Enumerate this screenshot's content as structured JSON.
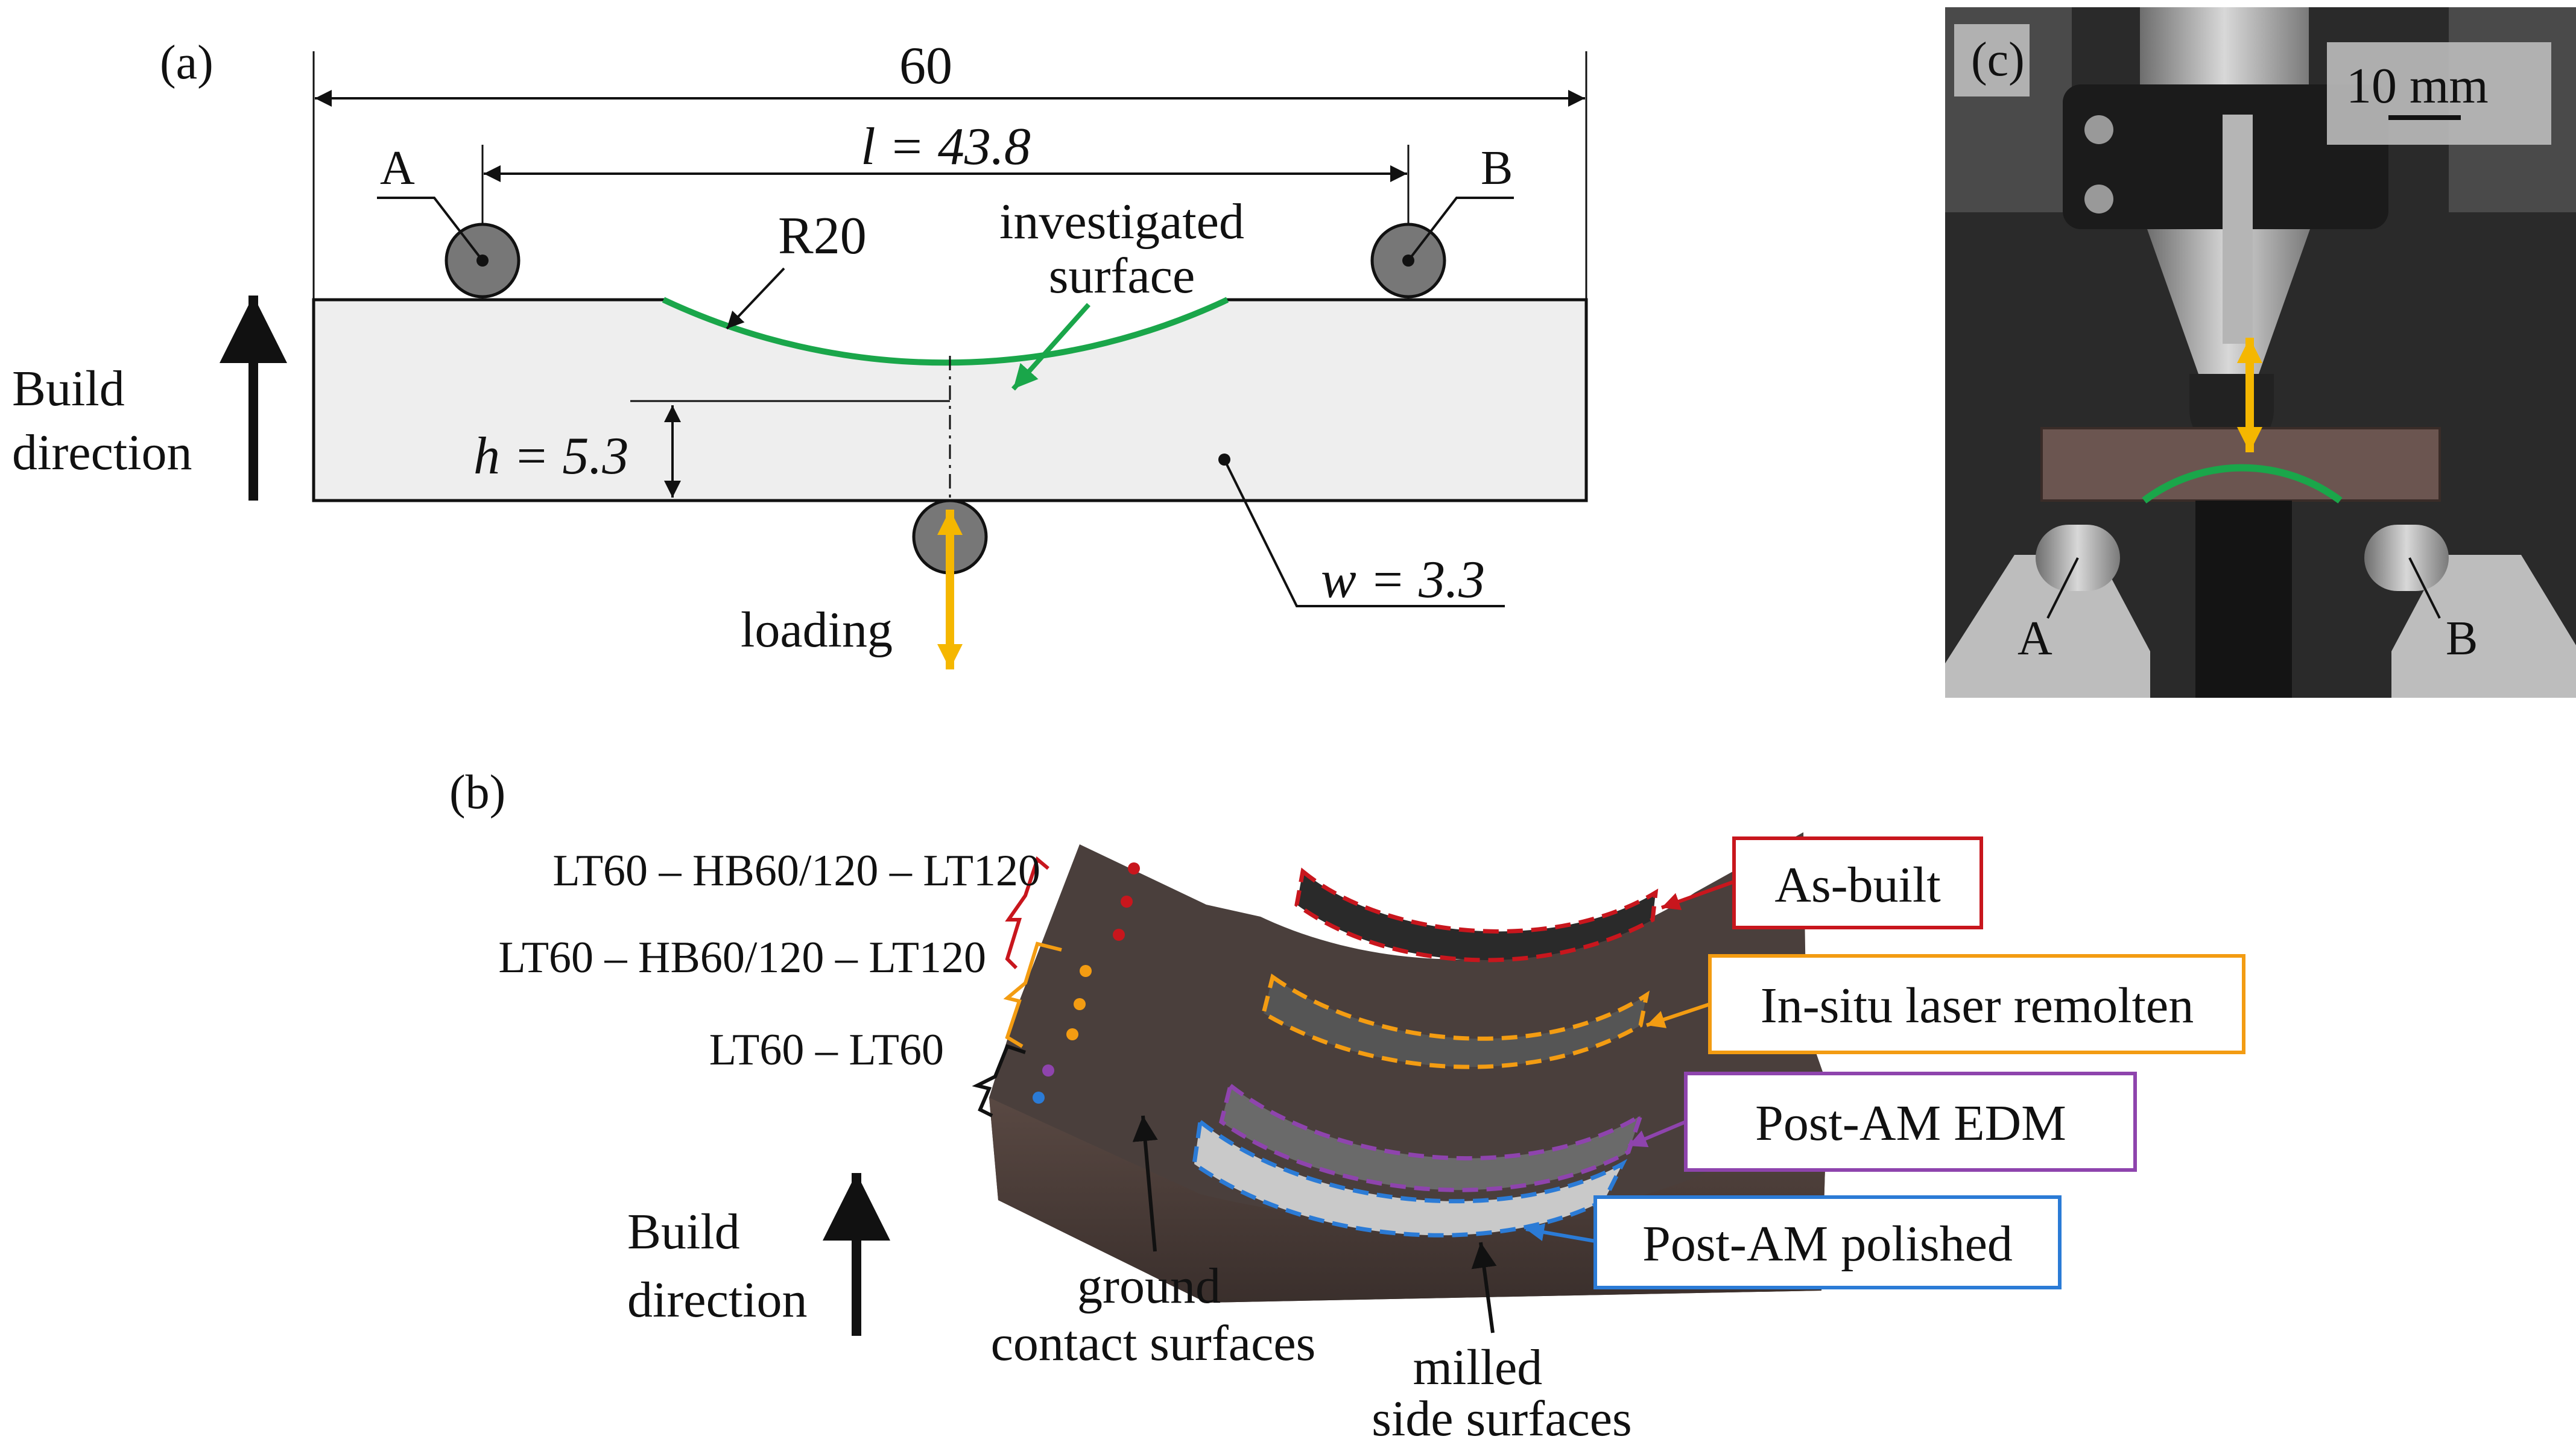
{
  "panel_a": {
    "label": "(a)",
    "overall_width": "60",
    "span": "l = 43.8",
    "radius": "R20",
    "support_a": "A",
    "support_b": "B",
    "investigated_line1": "investigated",
    "investigated_line2": "surface",
    "height": "h = 5.3",
    "width": "w = 3.3",
    "loading": "loading",
    "build_line1": "Build",
    "build_line2": "direction"
  },
  "panel_b": {
    "label": "(b)",
    "group1": "LT60 – HB60/120 – LT120",
    "group2": "LT60 – HB60/120 – LT120",
    "group3": "LT60 – LT60",
    "box_as_built": "As-built",
    "box_remolten": "In-situ laser remolten",
    "box_edm": "Post-AM EDM",
    "box_polished": "Post-AM polished",
    "ground_line1": "ground",
    "ground_line2": "contact surfaces",
    "milled_line1": "milled",
    "milled_line2": "side surfaces",
    "build_line1": "Build",
    "build_line2": "direction"
  },
  "panel_c": {
    "label": "(c)",
    "scale": "10 mm",
    "support_a": "A",
    "support_b": "B"
  },
  "colors": {
    "green": "#1aa64a",
    "yellow": "#f5b700",
    "red": "#c8161d",
    "orange": "#f39c12",
    "purple": "#8e44ad",
    "blue": "#2b7bd6",
    "specimen_fill": "#eeeeee",
    "roller": "#777777"
  }
}
